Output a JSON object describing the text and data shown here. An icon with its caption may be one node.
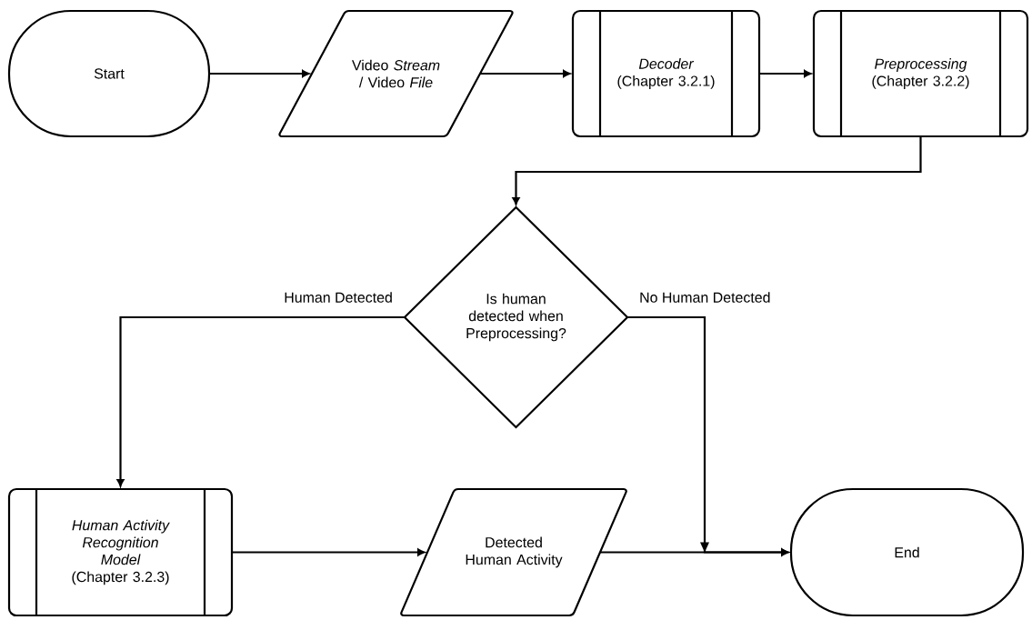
{
  "diagram": {
    "nodes": [
      {
        "text": [
          "Start"
        ]
      },
      {
        "text": [
          "Video *Stream* / Video *File*"
        ]
      },
      {
        "text": [
          "*Decoder* (Chapter 3.2.1)"
        ]
      },
      {
        "text": [
          "*Preprocessing* (Chapter 3.2.2)"
        ]
      },
      {
        "text": [
          "Is human detected when Preprocessing?"
        ]
      },
      {
        "text": [
          "*Human Activity Recognition Model* (Chapter 3.2.3)"
        ]
      },
      {
        "text": [
          "Detected Human Activity"
        ]
      },
      {
        "text": [
          "End"
        ]
      }
    ],
    "edges": [
      {
        "from": 0,
        "to": 1,
        "arrow": "to"
      },
      {
        "from": 1,
        "to": 2,
        "arrow": "to"
      },
      {
        "from": 2,
        "to": 3,
        "arrow": "to"
      },
      {
        "from": 3,
        "to": 4,
        "arrow": "to"
      },
      {
        "from": 4,
        "to": 5,
        "arrow": "to",
        "label": "Human Detected"
      },
      {
        "from": 4,
        "to": 7,
        "arrow": "to",
        "label": "No Human Detected"
      },
      {
        "from": 5,
        "to": 6,
        "arrow": "to"
      },
      {
        "from": 6,
        "to": 7,
        "arrow": "to"
      }
    ]
  }
}
